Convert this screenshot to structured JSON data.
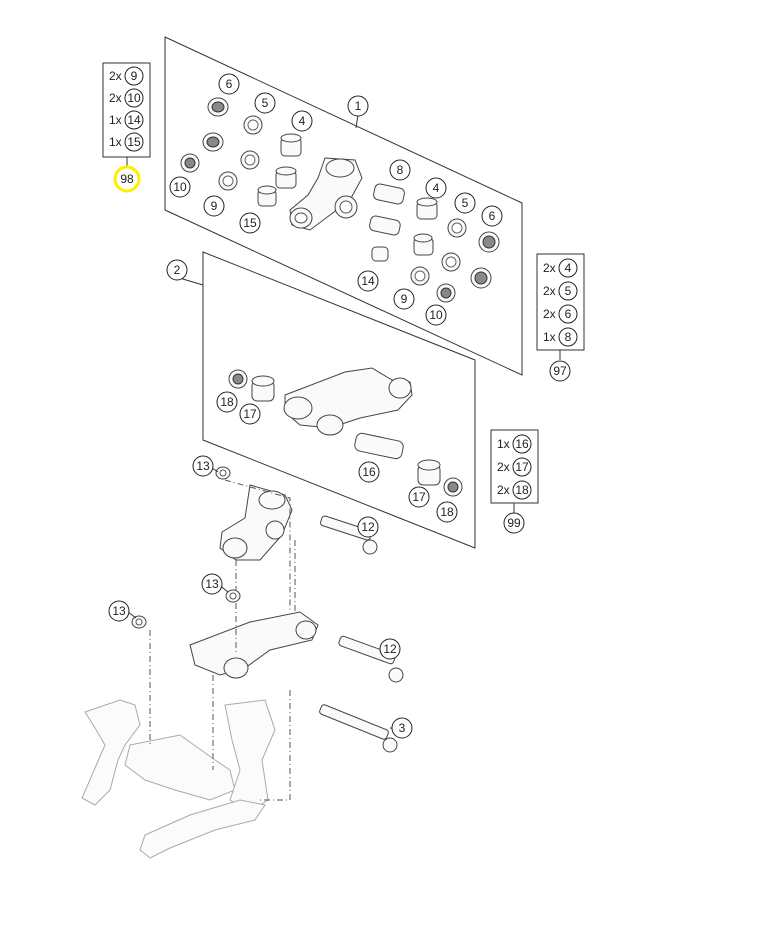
{
  "callouts": {
    "c1": "1",
    "c2": "2",
    "c3": "3",
    "c4a": "4",
    "c4b": "4",
    "c5a": "5",
    "c5b": "5",
    "c6a": "6",
    "c6b": "6",
    "c8": "8",
    "c9a": "9",
    "c9b": "9",
    "c10a": "10",
    "c10b": "10",
    "c12a": "12",
    "c12b": "12",
    "c13a": "13",
    "c13b": "13",
    "c13c": "13",
    "c14": "14",
    "c15": "15",
    "c16": "16",
    "c17a": "17",
    "c17b": "17",
    "c18a": "18",
    "c18b": "18"
  },
  "kits": {
    "k98": {
      "number": "98",
      "highlight_color": "#ffee00",
      "items": [
        {
          "qty": "2x",
          "part": "9"
        },
        {
          "qty": "2x",
          "part": "10"
        },
        {
          "qty": "1x",
          "part": "14"
        },
        {
          "qty": "1x",
          "part": "15"
        }
      ]
    },
    "k97": {
      "number": "97",
      "items": [
        {
          "qty": "2x",
          "part": "4"
        },
        {
          "qty": "2x",
          "part": "5"
        },
        {
          "qty": "2x",
          "part": "6"
        },
        {
          "qty": "1x",
          "part": "8"
        }
      ]
    },
    "k99": {
      "number": "99",
      "items": [
        {
          "qty": "1x",
          "part": "16"
        },
        {
          "qty": "2x",
          "part": "17"
        },
        {
          "qty": "2x",
          "part": "18"
        }
      ]
    }
  }
}
